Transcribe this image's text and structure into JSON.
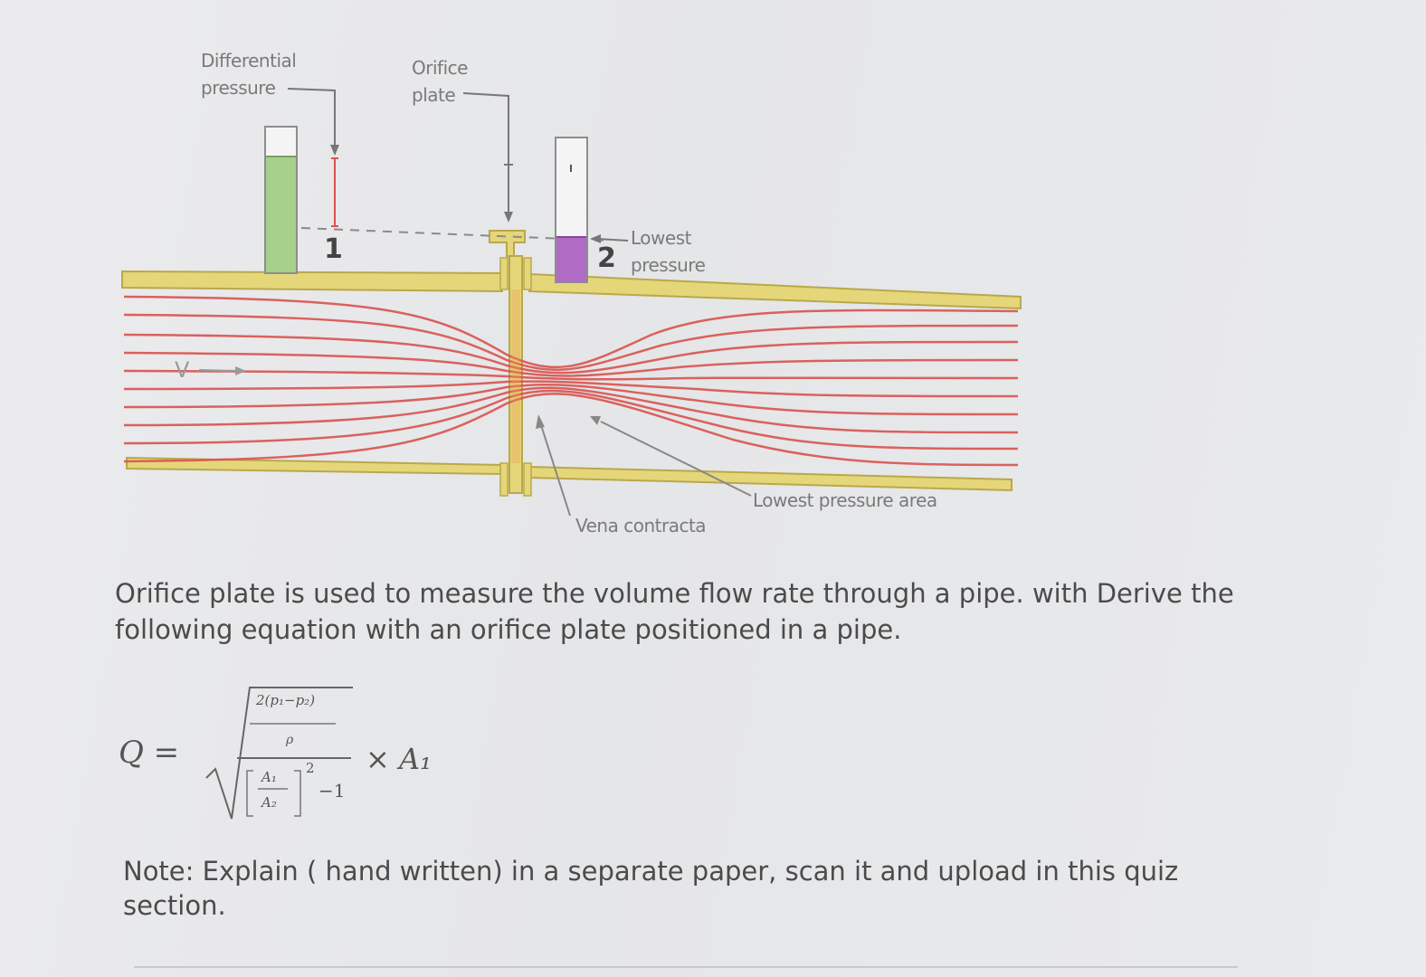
{
  "diagram": {
    "labels": {
      "differential_pressure": "Differential\npressure",
      "orifice_plate": "Orifice\nplate",
      "lowest_pressure": "Lowest\npressure",
      "vena_contracta": "Vena contracta",
      "lowest_pressure_area": "Lowest pressure area",
      "point_1": "1",
      "point_2": "2",
      "velocity": "V"
    },
    "colors": {
      "pipe_wall": "#e6d67a",
      "streamline": "#d9534f",
      "tube_left_fluid": "#a8d08d",
      "tube_right_fluid": "#b06cc4"
    }
  },
  "question": {
    "text": "Orifice plate is used to measure the volume flow rate through a pipe.  with Derive the following equation with an orifice plate positioned in a pipe."
  },
  "formula": {
    "lhs": "Q =",
    "numerator": "2(p₁−p₂)",
    "density": "ρ",
    "area_ratio_num": "A₁",
    "area_ratio_den": "A₂",
    "exponent": "2",
    "minus_one": "−1",
    "times": "× A₁"
  },
  "note": {
    "text": "Note: Explain ( hand written) in a separate paper, scan it and upload in this quiz section."
  }
}
